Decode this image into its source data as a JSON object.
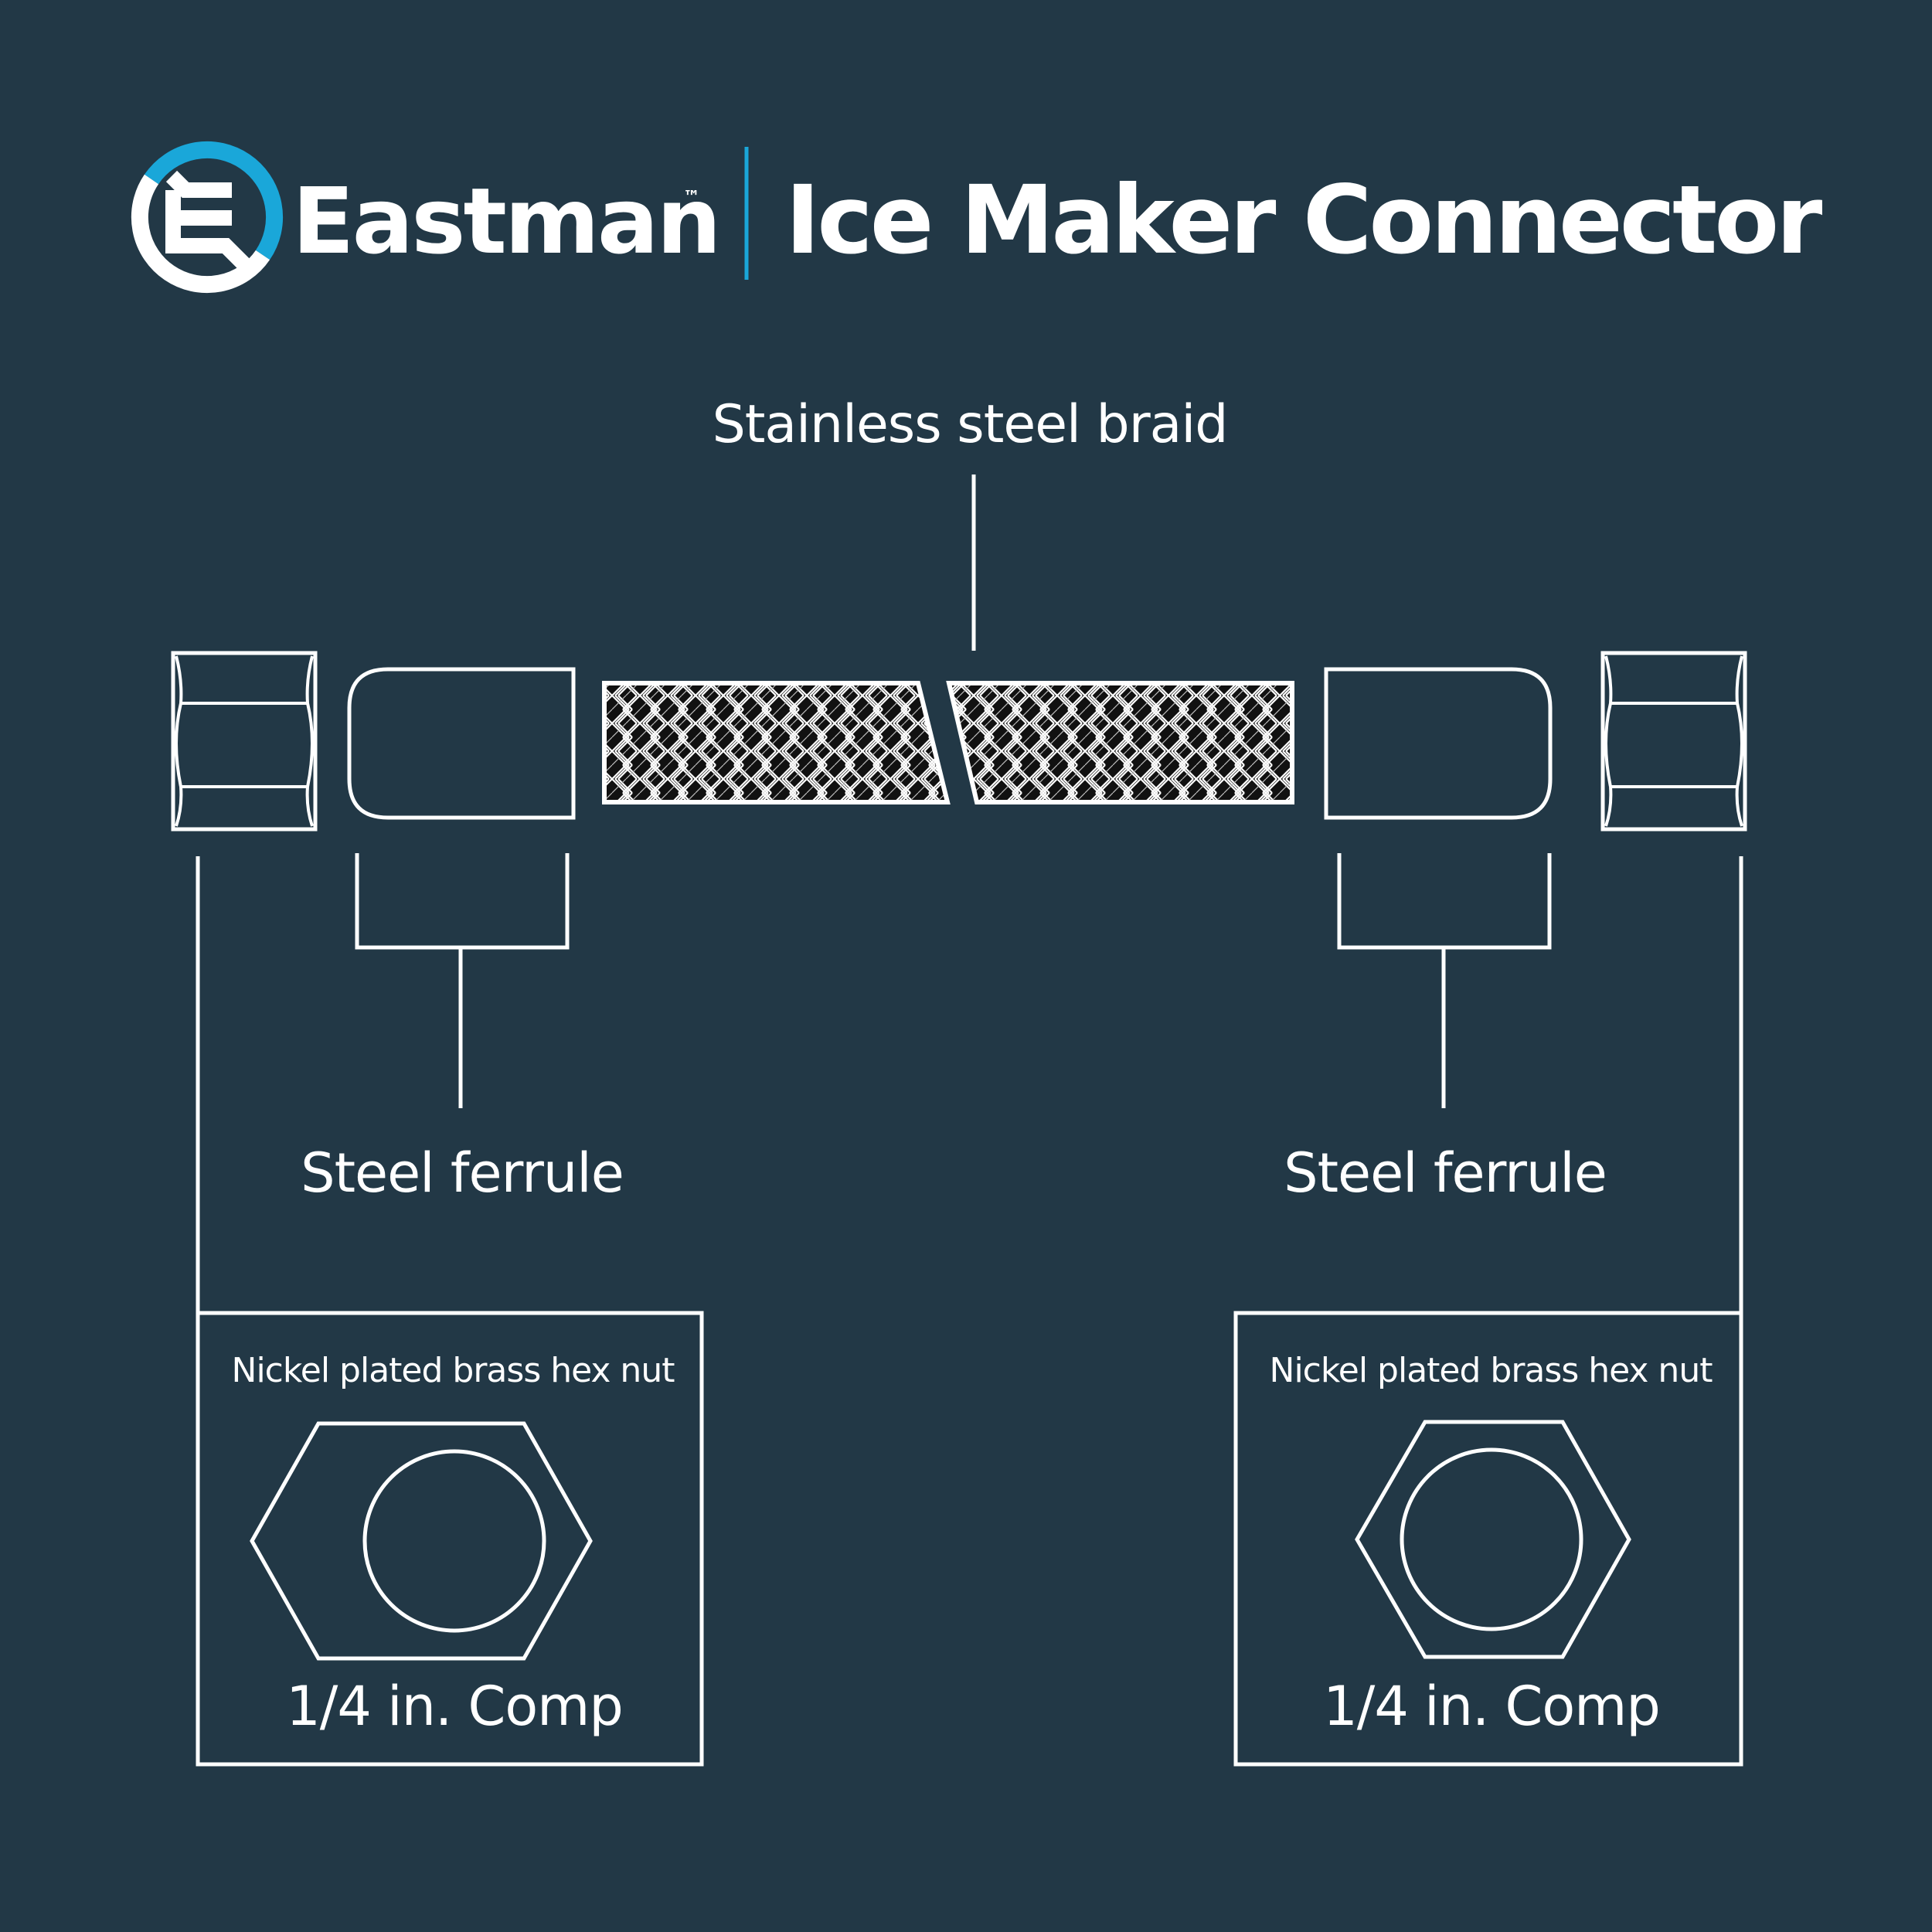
{
  "brand": {
    "name": "Eastman",
    "trademark": "™",
    "accent_color": "#1aa7d9"
  },
  "title": "Ice Maker Connector",
  "background_color": "#223846",
  "labels": {
    "braid": "Stainless steel braid",
    "ferrule_left": "Steel ferrule",
    "ferrule_right": "Steel ferrule"
  },
  "nut_boxes": [
    {
      "heading": "Nickel plated brass hex nut",
      "size": "1/4 in. Comp"
    },
    {
      "heading": "Nickel plated brass hex nut",
      "size": "1/4 in. Comp"
    }
  ],
  "icons": {
    "logo": "eastman-e-logo-icon",
    "hex_nut": "hex-nut-icon"
  }
}
